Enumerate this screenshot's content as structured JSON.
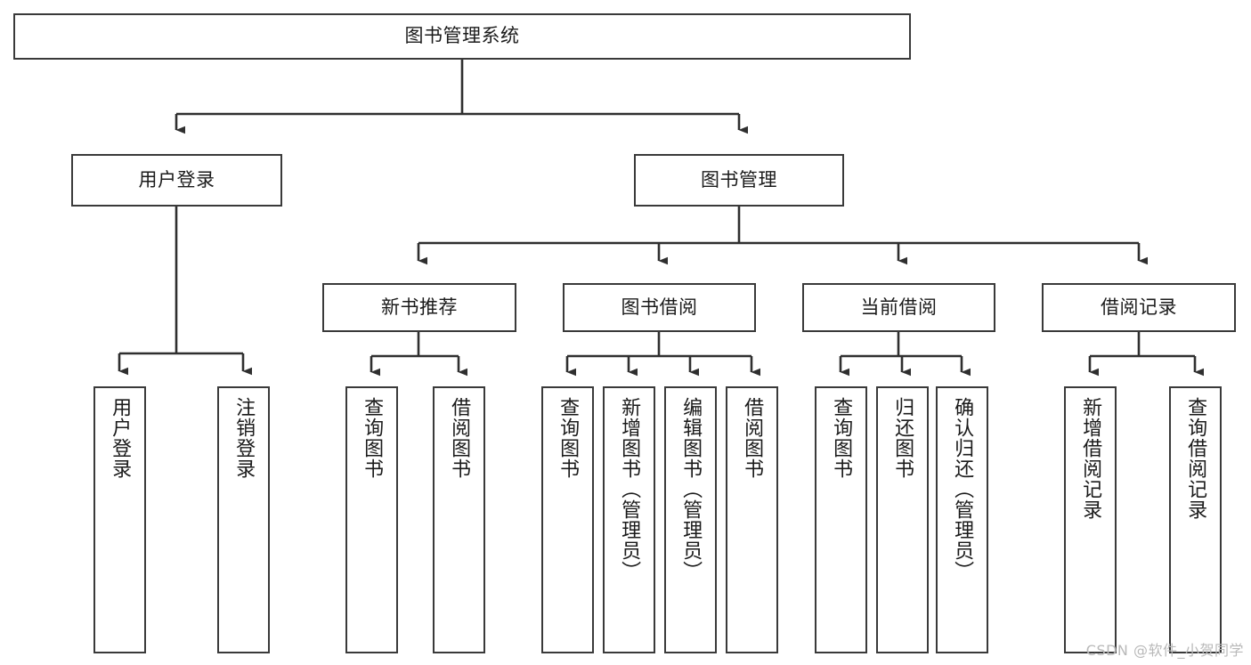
{
  "diagram": {
    "title": "图书管理系统",
    "type": "tree-hierarchy",
    "watermark": "CSDN @软件_小贺同学",
    "colors": {
      "background": "#ffffff",
      "box_border": "#3a3a3a",
      "box_fill": "#ffffff",
      "connector": "#2f2f2f",
      "text": "#1b1b1b",
      "watermark": "#b9b9b9"
    },
    "root": {
      "label": "图书管理系统"
    },
    "level2": [
      {
        "label": "用户登录"
      },
      {
        "label": "图书管理"
      }
    ],
    "level3": [
      {
        "label": "新书推荐"
      },
      {
        "label": "图书借阅"
      },
      {
        "label": "当前借阅"
      },
      {
        "label": "借阅记录"
      }
    ],
    "leaves": {
      "user_login": [
        {
          "label": "用户登录"
        },
        {
          "label": "注销登录"
        }
      ],
      "new_book_recommend": [
        {
          "label": "查询图书"
        },
        {
          "label": "借阅图书"
        }
      ],
      "book_borrow": [
        {
          "label": "查询图书"
        },
        {
          "label": "新增图书（管理员）"
        },
        {
          "label": "编辑图书（管理员）"
        },
        {
          "label": "借阅图书"
        }
      ],
      "current_borrow": [
        {
          "label": "查询图书"
        },
        {
          "label": "归还图书"
        },
        {
          "label": "确认归还（管理员）"
        }
      ],
      "borrow_record": [
        {
          "label": "新增借阅记录"
        },
        {
          "label": "查询借阅记录"
        }
      ]
    }
  }
}
